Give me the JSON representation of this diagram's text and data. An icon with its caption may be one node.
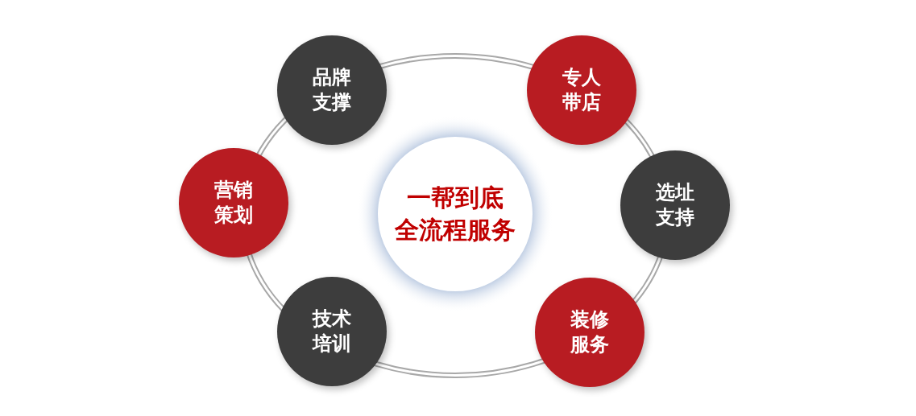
{
  "diagram": {
    "nodes": [
      {
        "text": [
          "一帮到底全流程服务"
        ]
      },
      {
        "text": [
          "品牌支撑"
        ]
      },
      {
        "text": [
          "专人带店"
        ]
      },
      {
        "text": [
          "营销策划"
        ]
      },
      {
        "text": [
          "选址支持"
        ]
      },
      {
        "text": [
          "技术培训"
        ]
      },
      {
        "text": [
          "装修服务"
        ]
      }
    ]
  }
}
